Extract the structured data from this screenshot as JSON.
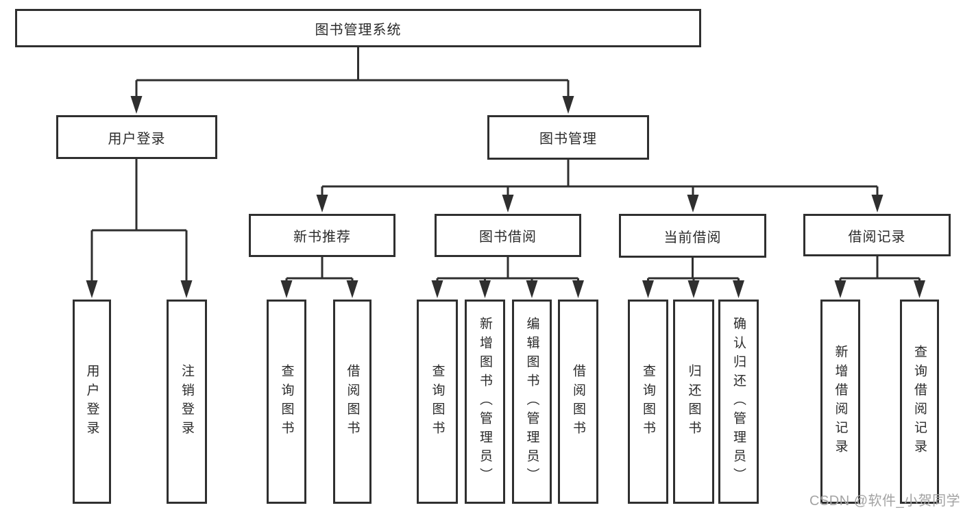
{
  "nodes": {
    "root": {
      "label": "图书管理系统"
    },
    "user_login": {
      "label": "用户登录"
    },
    "book_mgmt": {
      "label": "图书管理"
    },
    "new_book_rec": {
      "label": "新书推荐"
    },
    "book_borrow": {
      "label": "图书借阅"
    },
    "current_borrow": {
      "label": "当前借阅"
    },
    "borrow_records": {
      "label": "借阅记录"
    },
    "leaf_user_login": {
      "label": "用户登录"
    },
    "leaf_logout": {
      "label": "注销登录"
    },
    "leaf_rec_query": {
      "label": "查询图书"
    },
    "leaf_rec_borrow": {
      "label": "借阅图书"
    },
    "leaf_bb_query": {
      "label": "查询图书"
    },
    "leaf_bb_add": {
      "label": "新增图书（管理员）"
    },
    "leaf_bb_edit": {
      "label": "编辑图书（管理员）"
    },
    "leaf_bb_borrow": {
      "label": "借阅图书"
    },
    "leaf_cb_query": {
      "label": "查询图书"
    },
    "leaf_cb_return": {
      "label": "归还图书"
    },
    "leaf_cb_confirm": {
      "label": "确认归还（管理员）"
    },
    "leaf_br_add": {
      "label": "新增借阅记录"
    },
    "leaf_br_query": {
      "label": "查询借阅记录"
    }
  },
  "tree": {
    "label": "图书管理系统",
    "children": [
      {
        "label": "用户登录",
        "children": [
          {
            "label": "用户登录"
          },
          {
            "label": "注销登录"
          }
        ]
      },
      {
        "label": "图书管理",
        "children": [
          {
            "label": "新书推荐",
            "children": [
              {
                "label": "查询图书"
              },
              {
                "label": "借阅图书"
              }
            ]
          },
          {
            "label": "图书借阅",
            "children": [
              {
                "label": "查询图书"
              },
              {
                "label": "新增图书（管理员）"
              },
              {
                "label": "编辑图书（管理员）"
              },
              {
                "label": "借阅图书"
              }
            ]
          },
          {
            "label": "当前借阅",
            "children": [
              {
                "label": "查询图书"
              },
              {
                "label": "归还图书"
              },
              {
                "label": "确认归还（管理员）"
              }
            ]
          },
          {
            "label": "借阅记录",
            "children": [
              {
                "label": "新增借阅记录"
              },
              {
                "label": "查询借阅记录"
              }
            ]
          }
        ]
      }
    ]
  },
  "watermark": {
    "text": "CSDN @软件_小贺同学"
  },
  "colors": {
    "line": "#2f2f2f",
    "text": "#2b2b2b",
    "watermark": "#a3a3a3",
    "background": "#ffffff"
  }
}
